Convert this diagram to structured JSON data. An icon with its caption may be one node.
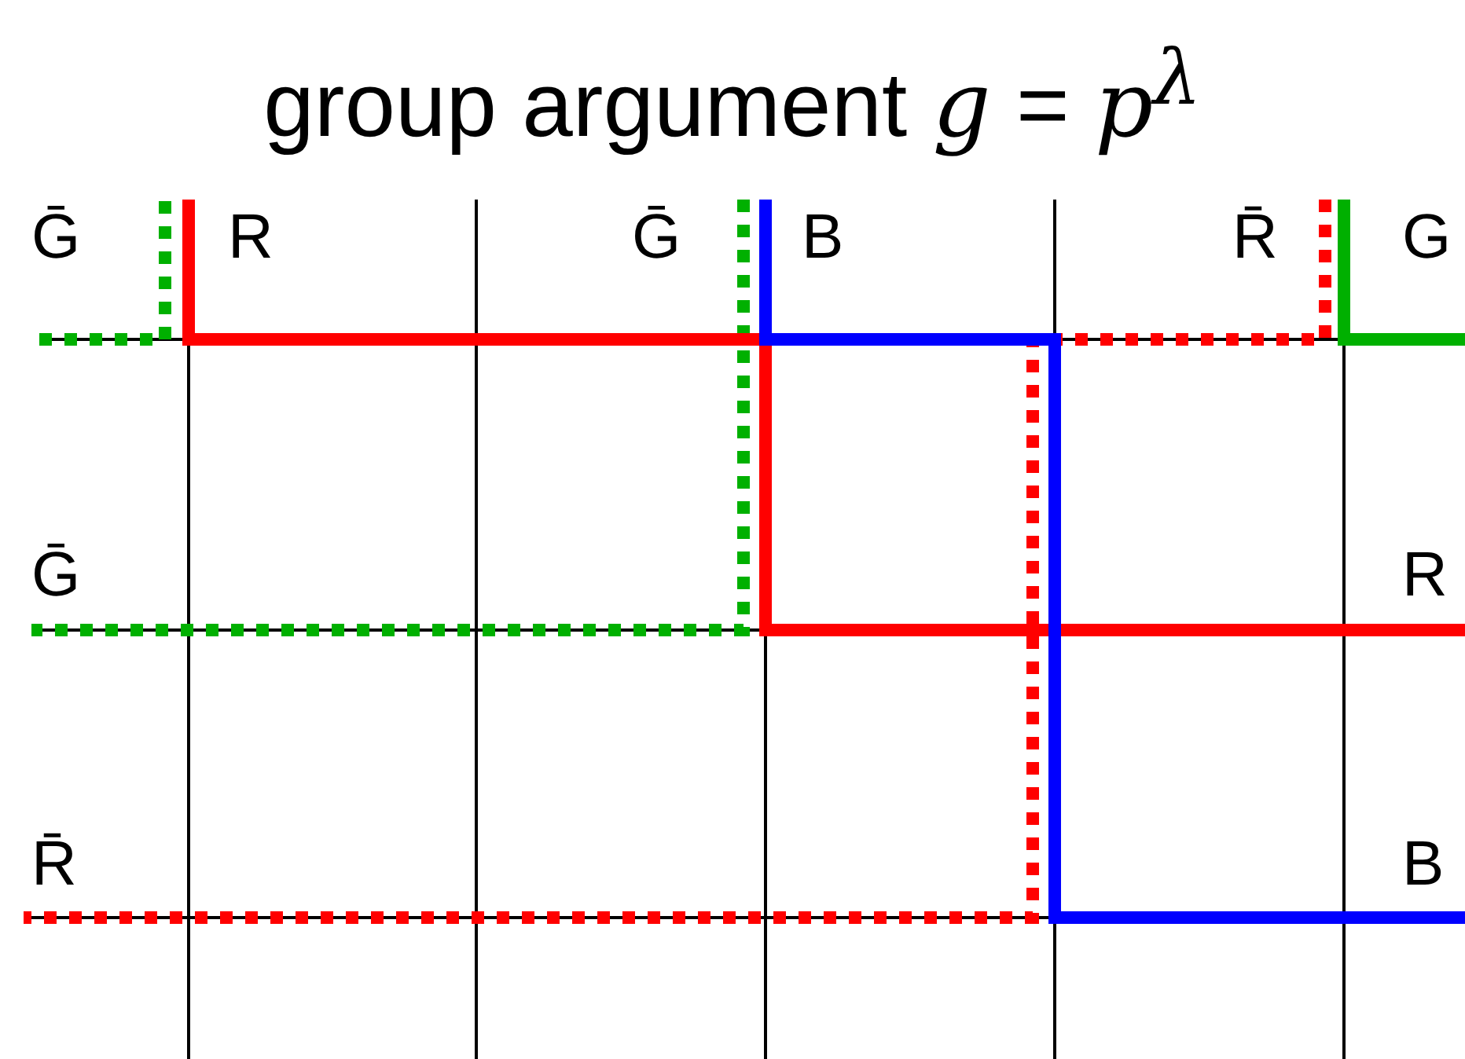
{
  "diagram": {
    "title": "group argument *g* = *p*$^{λ}$",
    "labels": [
      "Ḡ",
      "R",
      "Ḡ",
      "B",
      "R̄",
      "G",
      "Ḡ",
      "R",
      "R̄",
      "B"
    ]
  }
}
